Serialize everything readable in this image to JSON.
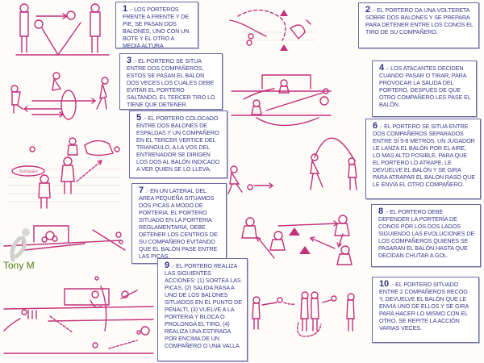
{
  "document": {
    "language": "es",
    "topic": "Ejercicios de porteros",
    "ink_color": "#c2307a",
    "box_text_color": "#3a3a8c",
    "box_border_color": "#6a6aa0"
  },
  "watermark": {
    "text": "Tony M"
  },
  "drawing_labels": {
    "speech_bubble": "Entrenador"
  },
  "exercises": [
    {
      "num": "1",
      "text": ".- LOS PORTEROS FRENTE A FRENTE Y DE PIE, SE PASAN DOS BALONES, UNO CON UN BOTE Y EL OTRO A MEDIA ALTURA"
    },
    {
      "num": "2",
      "text": ".- EL PORTERO DA UNA VOLTERETA SOBRE DOS BALONES Y SE PREPARA PARA DETENER ENTRE LOS CONOS EL TIRO DE SU COMPAÑERO."
    },
    {
      "num": "3",
      "text": ".- EL PORTERO SE SITUA ENTRE DOS COMPAÑEROS, ESTOS SE PASAN EL BALON DOS VECES LOS CUALES DEBE EVITAR EL PORTERO SALTANDO, EL TERCER TIRO LO TIENE QUE DETENER."
    },
    {
      "num": "4",
      "text": ".- LOS ATACANTES DECIDEN CUANDO PASAR O TIRAR, PARA PROVOCAR LA SALIDA DEL PORTERO, DESPUES DE QUE OTRO COMPAÑERO LES PASE EL BALÓN."
    },
    {
      "num": "5",
      "text": ".- EL PORTERO COLOCADO ENTRE DOS BALONES DE ESPALDAS Y UN COMPAÑERO EN EL TERCER VERTICE DEL TRIANGULO, A LA VOS DEL ENTRENADOR SE DIRIGEN LOS DOS AL BALÓN INDICADO A VER QUIEN SE LO LLEVA."
    },
    {
      "num": "6",
      "text": ".- EL PORTERO SE SITUA ENTRE DOS COMPAÑEROS SEPARADOS ENTRE SÍ 5-8 METROS. UN JUGADOR LE LANZA EL BALÓN POR EL AIRE, LO MAS ALTO POSIBLE, PARA QUE EL PORTERO LO ATRAPE, LE DEVUELVE EL BALÓN Y SE GIRA PARA ATRAPAR EL BALÓN RASO QUE LE ENVÍA EL OTRO COMPAÑERO."
    },
    {
      "num": "7",
      "text": ".- EN UN LATERAL DEL AREA PEQUEÑA SITUAMOS DOS PICAS A MODO DE PORTERIA. EL PORTERO SITUADO EN LA PORTERIA REGLAMENTARIA, DEBE DETENER LOS CENTROS DE SU COMPAÑERO EVITANDO QUE EL BALÓN PASE ENTRE LAS PICAS."
    },
    {
      "num": "8",
      "text": ".- EL PORTERO DEBE DEFENDER LA PORTERÍA DE CONOS POR LOS DOS LADOS SIGUIENDO LAS EVOLUCIONES DE LOS COMPAÑEROS QUIENES SE PASARAN EL BALÓN HASTA QUE DECIDAN CHUTAR A GOL."
    },
    {
      "num": "9",
      "text": ".- EL PORTERO REALIZA LAS SIGUIENTES ACCIONES: (1) SORTEA LAS PICAS, (2) SALIDA RASA A UNO DE LOS BALONES SITUADOS EN EL PUNTO DE PENALTI, (3) VUELVE A LA PORTERIA Y BLOCA O PROLONGA EL TIRO, (4) REALIZA UNA ESTIRADA POR ENCIMA DE UN COMPAÑERO O UNA VALLA"
    },
    {
      "num": "10",
      "text": ".- EL PORTERO SITUADO ENTRE 2 COMPAÑEROS RECOG Y, DEVUELVE EL BALÓN QUE LE ENVIA UNO DE ELLOS Y SE GIRA PARA HACER LO MISMO CON EL OTRO. SE REPITE LA ACCIÓN VARIAS VECES."
    }
  ]
}
